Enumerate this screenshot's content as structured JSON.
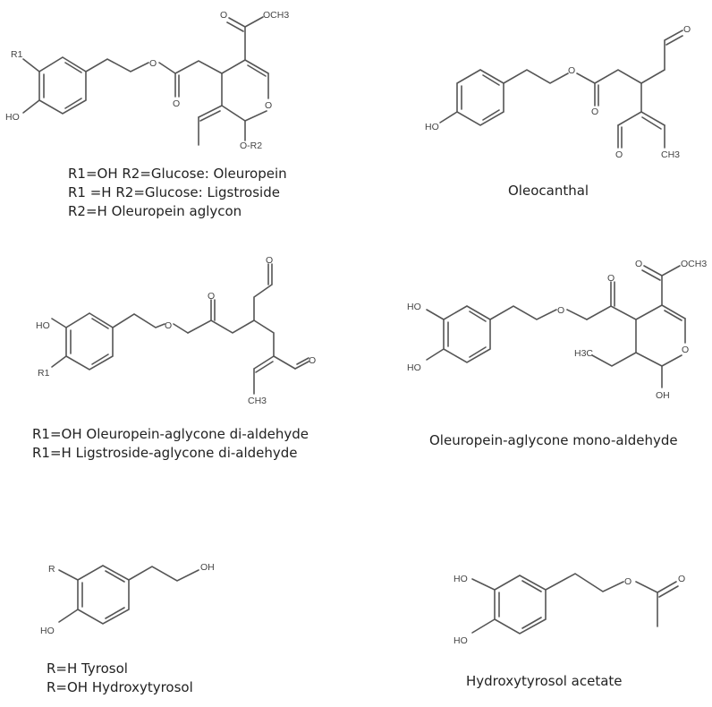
{
  "figure": {
    "panels": [
      {
        "id": "oleuropein",
        "atom_labels": {
          "r1": "R1",
          "ho": "HO",
          "ester_o": "O",
          "carbonyl_o": "O",
          "ring_o": "O",
          "ester_top_o": "O",
          "och3": "OCH3",
          "or2": "O-R2"
        },
        "captions": [
          "R1=OH R2=Glucose: Oleuropein",
          "R1 =H R2=Glucose: Ligstroside",
          "R2=H Oleuropein aglycon"
        ]
      },
      {
        "id": "oleocanthal",
        "atom_labels": {
          "ho": "HO",
          "ester_o": "O",
          "carbonyl_o": "O",
          "aldehyde_top_o": "O",
          "aldehyde_bottom_o": "O",
          "ch3": "CH3"
        },
        "captions": [
          "Oleocanthal"
        ]
      },
      {
        "id": "di-aldehyde",
        "atom_labels": {
          "ho": "HO",
          "r1": "R1",
          "ether_o": "O",
          "ketone_o": "O",
          "aldehyde_top_o": "O",
          "aldehyde_right_o": "O",
          "ch3": "CH3"
        },
        "captions": [
          "R1=OH Oleuropein-aglycone di-aldehyde",
          "R1=H Ligstroside-aglycone di-aldehyde"
        ]
      },
      {
        "id": "mono-aldehyde",
        "atom_labels": {
          "ho_top": "HO",
          "ho_bottom": "HO",
          "ether_o": "O",
          "ketone_o": "O",
          "ester_o": "O",
          "och3": "OCH3",
          "h3c": "H3C",
          "ring_o": "O",
          "oh": "OH"
        },
        "captions": [
          "Oleuropein-aglycone mono-aldehyde"
        ]
      },
      {
        "id": "tyrosol",
        "atom_labels": {
          "r": "R",
          "ho": "HO",
          "oh": "OH"
        },
        "captions": [
          "R=H Tyrosol",
          "R=OH Hydroxytyrosol"
        ]
      },
      {
        "id": "hydroxytyrosol-acetate",
        "atom_labels": {
          "ho_top": "HO",
          "ho_bottom": "HO",
          "ester_o": "O",
          "carbonyl_o": "O"
        },
        "captions": [
          "Hydroxytyrosol acetate"
        ]
      }
    ]
  }
}
